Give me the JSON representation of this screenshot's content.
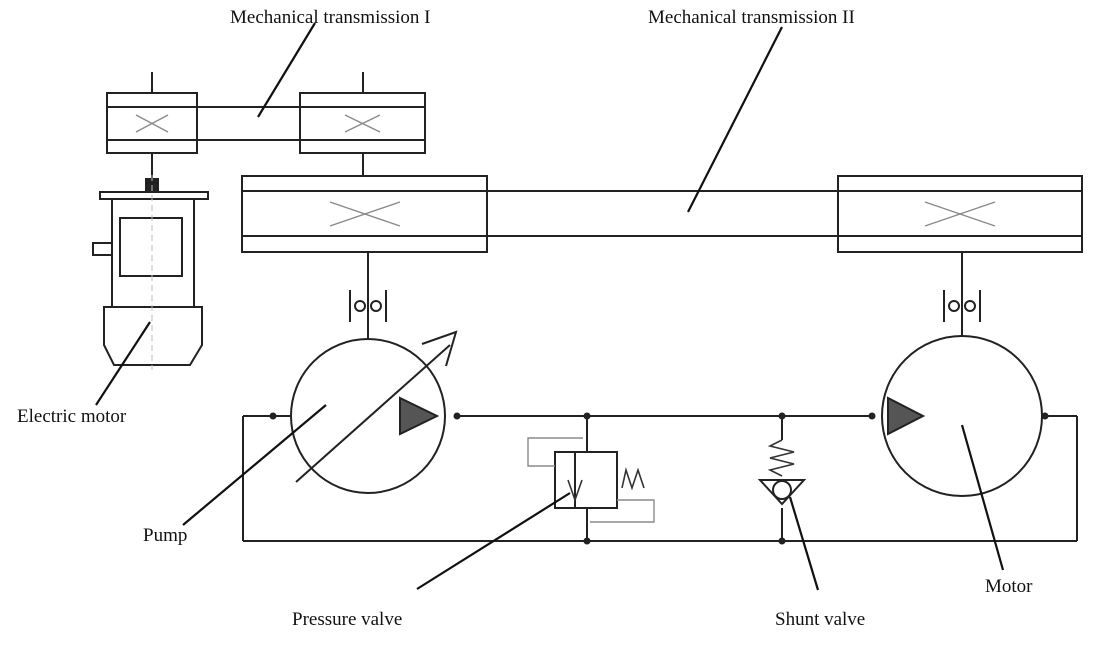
{
  "labels": {
    "mech_transmission_1": "Mechanical transmission I",
    "mech_transmission_2": "Mechanical transmission II",
    "electric_motor": "Electric motor",
    "pump": "Pump",
    "pressure_valve": "Pressure valve",
    "shunt_valve": "Shunt valve",
    "motor": "Motor"
  },
  "colors": {
    "line": "#222222",
    "fill_triangle": "#555555",
    "background": "#ffffff"
  }
}
